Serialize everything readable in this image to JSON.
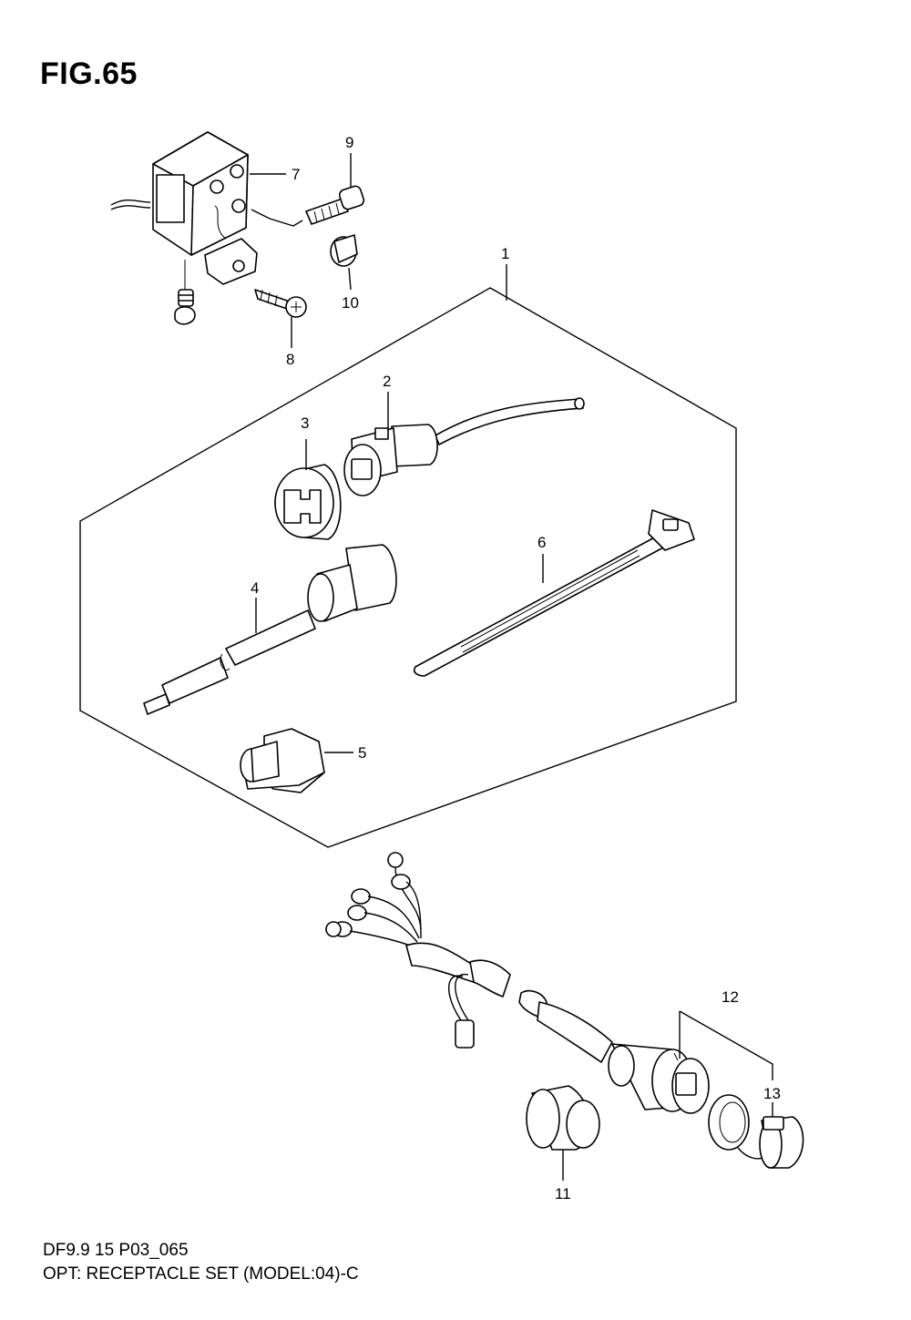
{
  "figure": {
    "title": "FIG.65",
    "code": "DF9.9 15 P03_065",
    "caption": "OPT: RECEPTACLE SET (MODEL:04)-C"
  },
  "callouts": [
    {
      "id": "c1",
      "text": "1"
    },
    {
      "id": "c2",
      "text": "2"
    },
    {
      "id": "c3",
      "text": "3"
    },
    {
      "id": "c4",
      "text": "4"
    },
    {
      "id": "c5",
      "text": "5"
    },
    {
      "id": "c6",
      "text": "6"
    },
    {
      "id": "c7",
      "text": "7"
    },
    {
      "id": "c8",
      "text": "8"
    },
    {
      "id": "c9",
      "text": "9"
    },
    {
      "id": "c10",
      "text": "10"
    },
    {
      "id": "c11",
      "text": "11"
    },
    {
      "id": "c12",
      "text": "12"
    },
    {
      "id": "c13",
      "text": "13"
    }
  ],
  "colors": {
    "line": "#000000",
    "background": "#ffffff"
  }
}
